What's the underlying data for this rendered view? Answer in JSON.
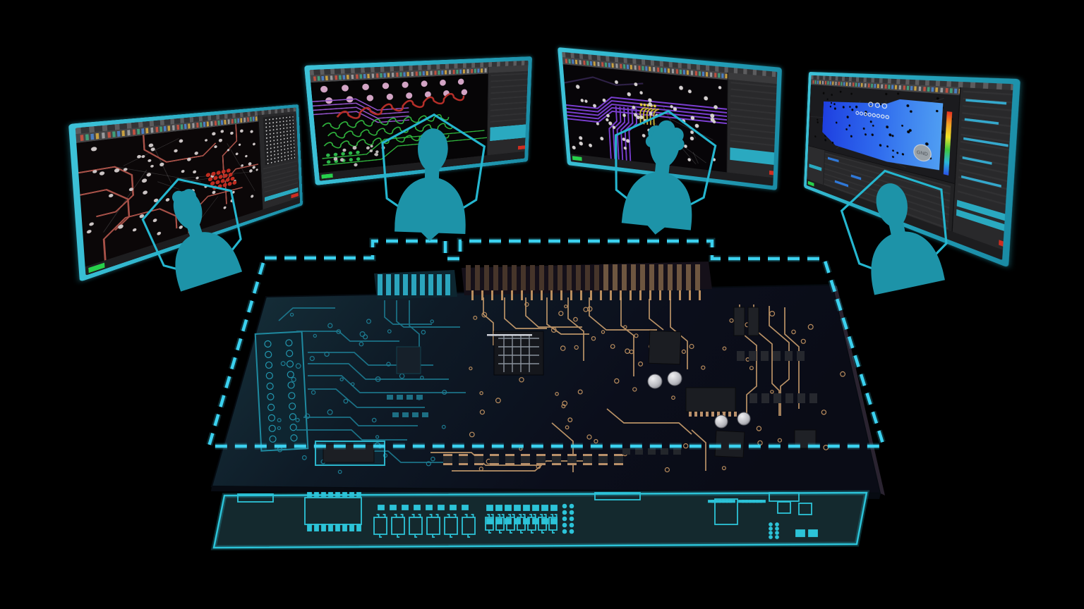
{
  "scene": {
    "description": "Four engineers at EDA workstations collaborating on one 3D PCB design",
    "background_color": "#000000",
    "avatar_teal": "#1d93a8",
    "hexagon_outline": "#25b6cf",
    "dashed_connection_color": "#3bd1ef",
    "monitor_bezel_color": "#2aaec6"
  },
  "monitors": [
    {
      "name": "workstation-1",
      "view": "pcb-layout-editor-red-traces",
      "trace_color": "#a85148",
      "via_pad_color": "#cbc4c4",
      "highlight_cluster_color": "#bf2c20",
      "layer_grid": "white-dot-matrix",
      "status_badge_color": "#27d04b",
      "close_button_color": "#cf2d20"
    },
    {
      "name": "workstation-2",
      "view": "pcb-routing-editor-multilayer",
      "trace_colors": [
        "#2fb33c",
        "#9553cc",
        "#b52e28"
      ],
      "pad_color": "#d2a4c4",
      "selection_color": "#2aa9c0",
      "status_badge_color": "#27d04b",
      "close_button_color": "#cf2d20"
    },
    {
      "name": "workstation-3",
      "view": "pcb-routing-editor-purple-bus",
      "trace_color": "#7a3ed0",
      "highlight_fanout_color": "#d3bf35",
      "pad_color": "#d5d0d0",
      "selection_color": "#2aa9c0",
      "status_badge_color": "#27d04b",
      "close_button_color": "#cf2d20"
    },
    {
      "name": "workstation-4",
      "view": "plane-analysis-heatmap",
      "net_label": "GND",
      "plane_gradient": [
        "#1e3fe0",
        "#4f9df2"
      ],
      "legend_colors": [
        "#e83020",
        "#f2a122",
        "#ede32a",
        "#3fc93f",
        "#2ab6d8",
        "#2a52e8"
      ],
      "selection_color": "#2aa9c0",
      "status_badge_color": "#27d04b",
      "close_button_color": "#cf2d20"
    }
  ],
  "avatars": [
    {
      "name": "designer-1",
      "frame": "hexagon",
      "fill": "#1d93a8"
    },
    {
      "name": "designer-2",
      "frame": "hexagon",
      "fill": "#1d93a8",
      "pointer": "down-arrow"
    },
    {
      "name": "designer-3",
      "frame": "hexagon",
      "fill": "#1d93a8",
      "pointer": "down-arrow"
    },
    {
      "name": "designer-4",
      "frame": "hexagon",
      "fill": "#1d93a8"
    }
  ],
  "board": {
    "name": "main-pcb-3d-render",
    "left_trace_color": "#1d7c92",
    "right_trace_color": "#c49a6b",
    "edge_connectors": 2
  },
  "ghost_board": {
    "name": "wireframe-footprint-board",
    "outline_color": "#2cc3d8"
  }
}
